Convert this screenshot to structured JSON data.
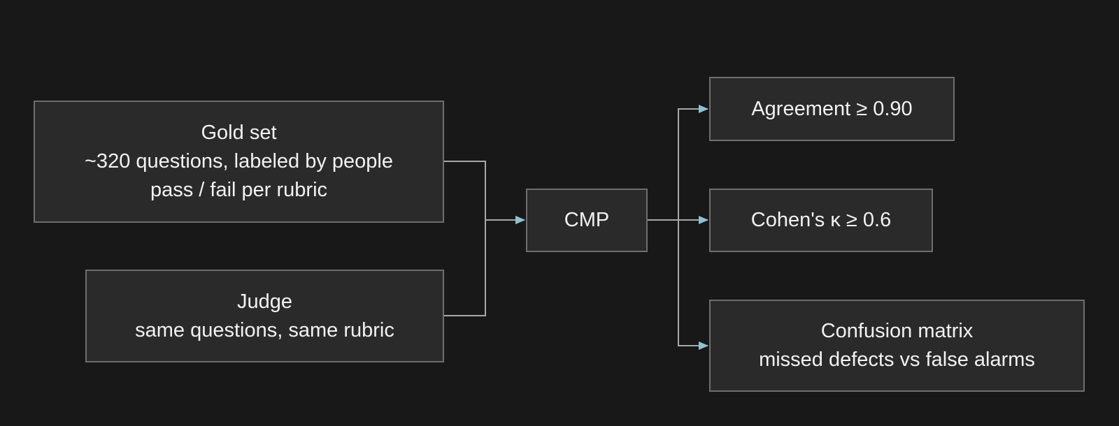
{
  "colors": {
    "background": "#181818",
    "node_fill": "#2a2a2a",
    "node_border": "#6e6e6e",
    "edge": "#a9a9a9",
    "arrowhead": "#8ec3d3",
    "text": "#f2f2f2"
  },
  "nodes": {
    "gold_set": {
      "title": "Gold set",
      "line2": "~320 questions, labeled by people",
      "line3": "pass / fail per rubric"
    },
    "judge": {
      "title": "Judge",
      "line2": "same questions, same rubric"
    },
    "cmp": {
      "label": "CMP"
    },
    "agreement": {
      "label": "Agreement ≥ 0.90"
    },
    "kappa": {
      "label": "Cohen's κ ≥ 0.6"
    },
    "confusion": {
      "title": "Confusion matrix",
      "line2": "missed defects vs false alarms"
    }
  },
  "edges": [
    {
      "from": "gold_set",
      "to": "cmp"
    },
    {
      "from": "judge",
      "to": "cmp"
    },
    {
      "from": "cmp",
      "to": "agreement"
    },
    {
      "from": "cmp",
      "to": "kappa"
    },
    {
      "from": "cmp",
      "to": "confusion"
    }
  ]
}
